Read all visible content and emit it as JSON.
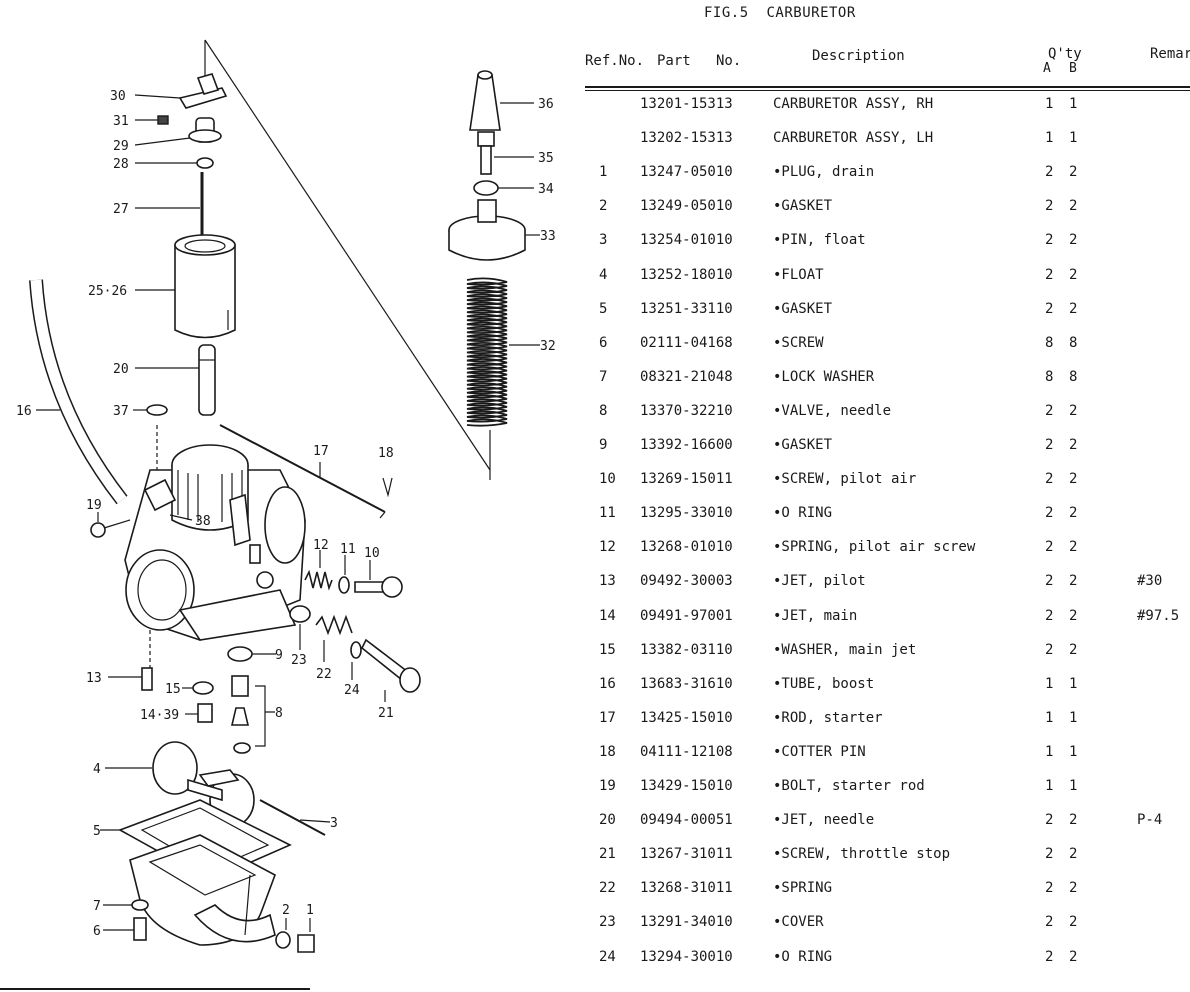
{
  "figure_title": "FIG.5  CARBURETOR",
  "table": {
    "headers": {
      "ref_no": "Ref.No.",
      "part_no": "Part   No.",
      "description": "Description",
      "qty": "Q'ty",
      "qty_a": "A",
      "qty_b": "B",
      "remarks": "Remar"
    },
    "rows": [
      {
        "ref": "",
        "part": "13201-15313",
        "desc": "CARBURETOR ASSY, RH",
        "a": "1",
        "b": "1",
        "rem": ""
      },
      {
        "ref": "",
        "part": "13202-15313",
        "desc": "CARBURETOR ASSY, LH",
        "a": "1",
        "b": "1",
        "rem": ""
      },
      {
        "ref": "1",
        "part": "13247-05010",
        "desc": "•PLUG, drain",
        "a": "2",
        "b": "2",
        "rem": ""
      },
      {
        "ref": "2",
        "part": "13249-05010",
        "desc": "•GASKET",
        "a": "2",
        "b": "2",
        "rem": ""
      },
      {
        "ref": "3",
        "part": "13254-01010",
        "desc": "•PIN, float",
        "a": "2",
        "b": "2",
        "rem": ""
      },
      {
        "ref": "4",
        "part": "13252-18010",
        "desc": "•FLOAT",
        "a": "2",
        "b": "2",
        "rem": ""
      },
      {
        "ref": "5",
        "part": "13251-33110",
        "desc": "•GASKET",
        "a": "2",
        "b": "2",
        "rem": ""
      },
      {
        "ref": "6",
        "part": "02111-04168",
        "desc": "•SCREW",
        "a": "8",
        "b": "8",
        "rem": ""
      },
      {
        "ref": "7",
        "part": "08321-21048",
        "desc": "•LOCK WASHER",
        "a": "8",
        "b": "8",
        "rem": ""
      },
      {
        "ref": "8",
        "part": "13370-32210",
        "desc": "•VALVE, needle",
        "a": "2",
        "b": "2",
        "rem": ""
      },
      {
        "ref": "9",
        "part": "13392-16600",
        "desc": "•GASKET",
        "a": "2",
        "b": "2",
        "rem": ""
      },
      {
        "ref": "10",
        "part": "13269-15011",
        "desc": "•SCREW, pilot air",
        "a": "2",
        "b": "2",
        "rem": ""
      },
      {
        "ref": "11",
        "part": "13295-33010",
        "desc": "•O RING",
        "a": "2",
        "b": "2",
        "rem": ""
      },
      {
        "ref": "12",
        "part": "13268-01010",
        "desc": "•SPRING, pilot air screw",
        "a": "2",
        "b": "2",
        "rem": ""
      },
      {
        "ref": "13",
        "part": "09492-30003",
        "desc": "•JET, pilot",
        "a": "2",
        "b": "2",
        "rem": "#30"
      },
      {
        "ref": "14",
        "part": "09491-97001",
        "desc": "•JET, main",
        "a": "2",
        "b": "2",
        "rem": "#97.5"
      },
      {
        "ref": "15",
        "part": "13382-03110",
        "desc": "•WASHER, main jet",
        "a": "2",
        "b": "2",
        "rem": ""
      },
      {
        "ref": "16",
        "part": "13683-31610",
        "desc": "•TUBE, boost",
        "a": "1",
        "b": "1",
        "rem": ""
      },
      {
        "ref": "17",
        "part": "13425-15010",
        "desc": "•ROD, starter",
        "a": "1",
        "b": "1",
        "rem": ""
      },
      {
        "ref": "18",
        "part": "04111-12108",
        "desc": "•COTTER PIN",
        "a": "1",
        "b": "1",
        "rem": ""
      },
      {
        "ref": "19",
        "part": "13429-15010",
        "desc": "•BOLT, starter rod",
        "a": "1",
        "b": "1",
        "rem": ""
      },
      {
        "ref": "20",
        "part": "09494-00051",
        "desc": "•JET, needle",
        "a": "2",
        "b": "2",
        "rem": "P-4"
      },
      {
        "ref": "21",
        "part": "13267-31011",
        "desc": "•SCREW, throttle stop",
        "a": "2",
        "b": "2",
        "rem": ""
      },
      {
        "ref": "22",
        "part": "13268-31011",
        "desc": "•SPRING",
        "a": "2",
        "b": "2",
        "rem": ""
      },
      {
        "ref": "23",
        "part": "13291-34010",
        "desc": "•COVER",
        "a": "2",
        "b": "2",
        "rem": ""
      },
      {
        "ref": "24",
        "part": "13294-30010",
        "desc": "•O RING",
        "a": "2",
        "b": "2",
        "rem": ""
      }
    ]
  },
  "diagram_callouts": {
    "c30": "30",
    "c31": "31",
    "c29": "29",
    "c28": "28",
    "c27": "27",
    "c2526": "25·26",
    "c20": "20",
    "c16": "16",
    "c37": "37",
    "c19": "19",
    "c38": "38",
    "c17": "17",
    "c18": "18",
    "c12": "12",
    "c11": "11",
    "c10": "10",
    "c9": "9",
    "c23": "23",
    "c22": "22",
    "c24": "24",
    "c21": "21",
    "c13": "13",
    "c15": "15",
    "c1439": "14·39",
    "c8": "8",
    "c4": "4",
    "c3": "3",
    "c5": "5",
    "c7": "7",
    "c6": "6",
    "c2": "2",
    "c1": "1",
    "c36": "36",
    "c35": "35",
    "c34": "34",
    "c33": "33",
    "c32": "32"
  }
}
